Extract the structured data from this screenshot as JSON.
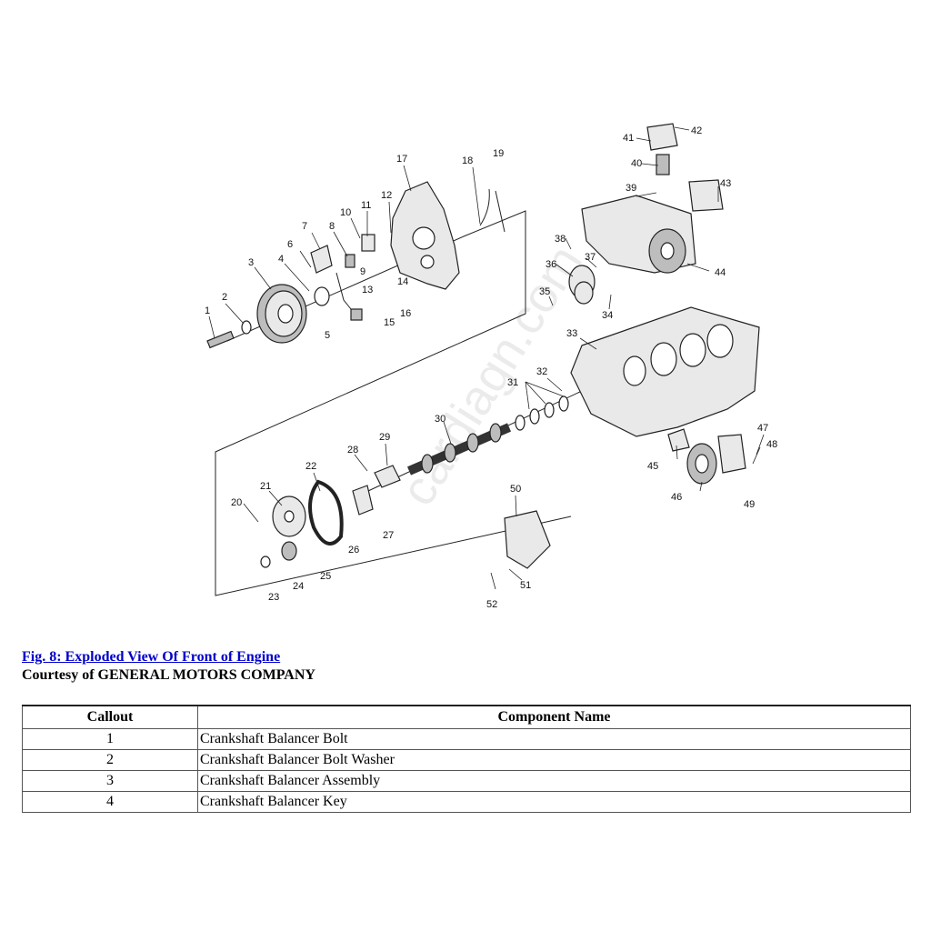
{
  "figure": {
    "title": "Fig. 8: Exploded View Of Front of Engine",
    "courtesy": "Courtesy of GENERAL MOTORS COMPANY",
    "watermark": "cardiagn.com",
    "callouts": [
      "1",
      "2",
      "3",
      "4",
      "5",
      "6",
      "7",
      "8",
      "9",
      "10",
      "11",
      "12",
      "13",
      "14",
      "15",
      "16",
      "17",
      "18",
      "19",
      "20",
      "21",
      "22",
      "23",
      "24",
      "25",
      "26",
      "27",
      "28",
      "29",
      "30",
      "31",
      "32",
      "33",
      "34",
      "35",
      "36",
      "37",
      "38",
      "39",
      "40",
      "41",
      "42",
      "43",
      "44",
      "45",
      "46",
      "47",
      "48",
      "49",
      "50",
      "51",
      "52"
    ]
  },
  "table": {
    "headers": [
      "Callout",
      "Component Name"
    ],
    "rows": [
      {
        "callout": "1",
        "name": "Crankshaft Balancer Bolt"
      },
      {
        "callout": "2",
        "name": "Crankshaft Balancer Bolt Washer"
      },
      {
        "callout": "3",
        "name": "Crankshaft Balancer Assembly"
      },
      {
        "callout": "4",
        "name": "Crankshaft Balancer Key"
      }
    ]
  }
}
